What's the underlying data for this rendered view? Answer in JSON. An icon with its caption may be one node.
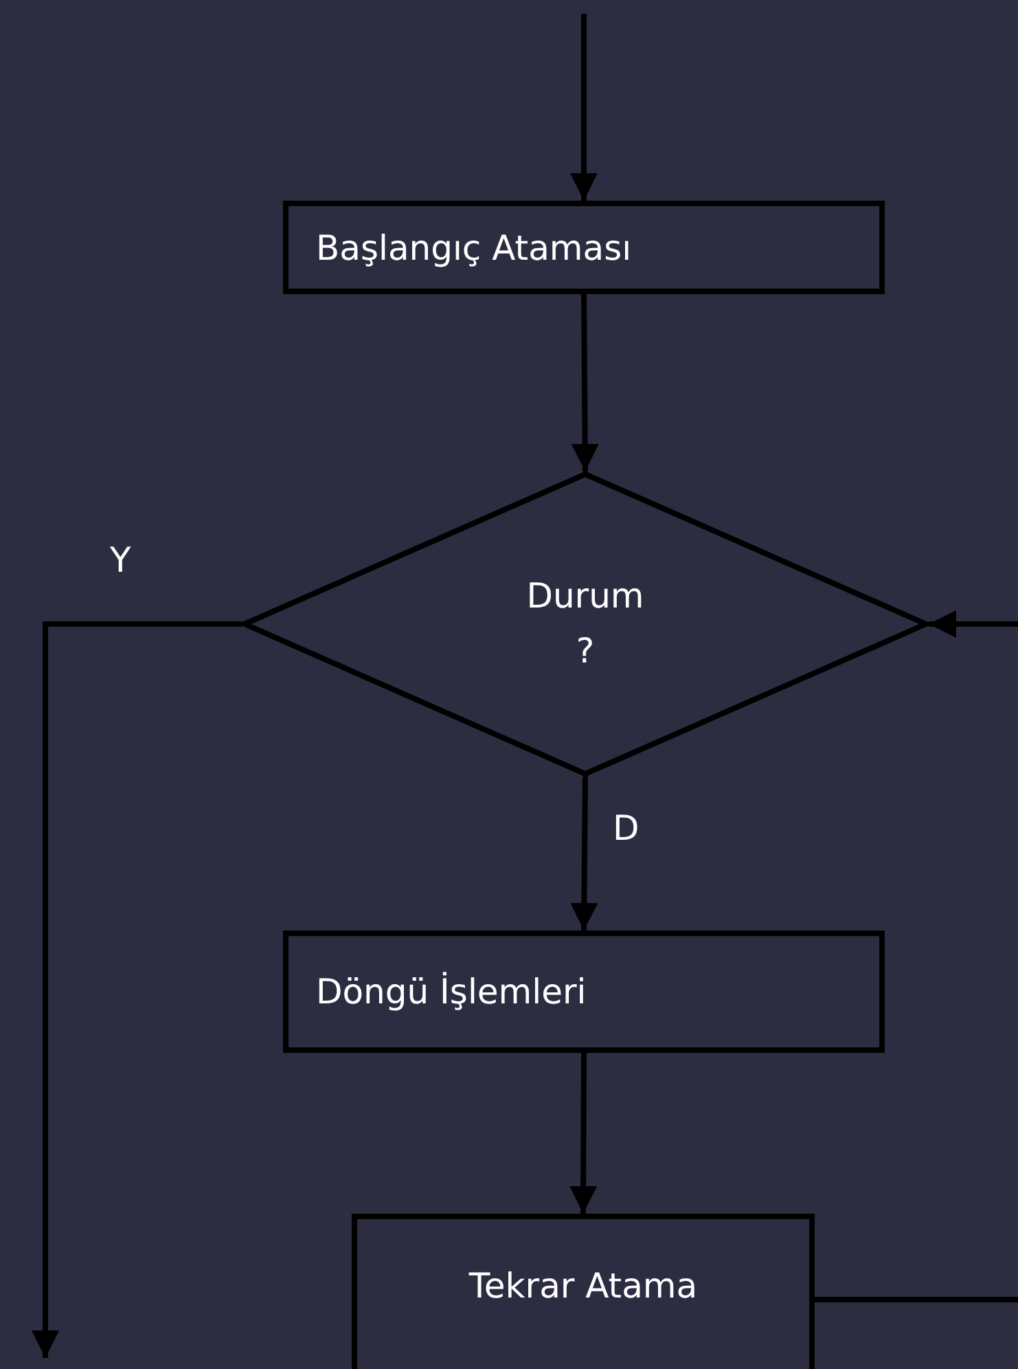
{
  "diagram": {
    "nodes": [
      {
        "text": [
          "Başlangıç Ataması"
        ]
      },
      {
        "text": [
          "Durum ?"
        ]
      },
      {
        "text": [
          "Döngü İşlemleri"
        ]
      },
      {
        "text": [
          "Tekrar Atama"
        ]
      }
    ],
    "edges": [
      {
        "from": null,
        "to": 0,
        "arrow": "to"
      },
      {
        "from": 0,
        "to": 1,
        "arrow": "to"
      },
      {
        "from": 1,
        "to": 2,
        "label": "D",
        "arrow": "to"
      },
      {
        "from": 2,
        "to": 3,
        "arrow": "to"
      },
      {
        "from": 3,
        "to": 1,
        "arrow": "to"
      },
      {
        "from": 1,
        "to": null,
        "label": "Y",
        "arrow": "to"
      }
    ]
  }
}
